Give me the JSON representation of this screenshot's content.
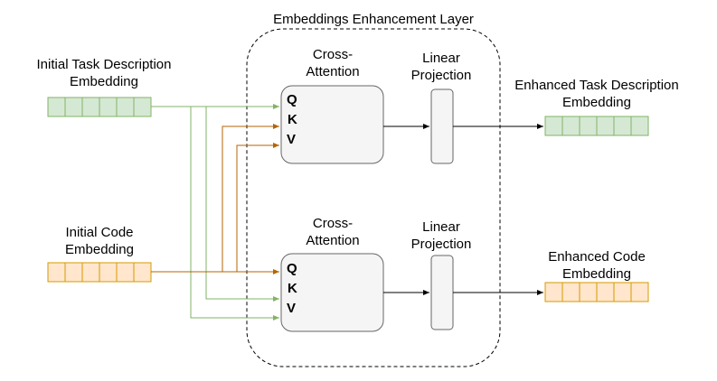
{
  "layer_title": "Embeddings Enhancement Layer",
  "inputs": {
    "task": {
      "line1": "Initial Task Description",
      "line2": "Embedding"
    },
    "code": {
      "line1": "Initial Code",
      "line2": "Embedding"
    }
  },
  "outputs": {
    "task": {
      "line1": "Enhanced Task Description",
      "line2": "Embedding"
    },
    "code": {
      "line1": "Enhanced Code",
      "line2": "Embedding"
    }
  },
  "blocks": {
    "cross_attention": {
      "line1": "Cross-",
      "line2": "Attention"
    },
    "linear_projection": {
      "line1": "Linear",
      "line2": "Projection"
    }
  },
  "qkv": {
    "q": "Q",
    "k": "K",
    "v": "V"
  },
  "colors": {
    "task_fill": "#d5e8d4",
    "task_stroke": "#82b366",
    "code_fill": "#ffe6cc",
    "code_stroke": "#d79b00",
    "block_fill": "#f5f5f5",
    "block_stroke": "#666666",
    "green_arrow": "#82b366",
    "orange_arrow": "#b46504"
  }
}
